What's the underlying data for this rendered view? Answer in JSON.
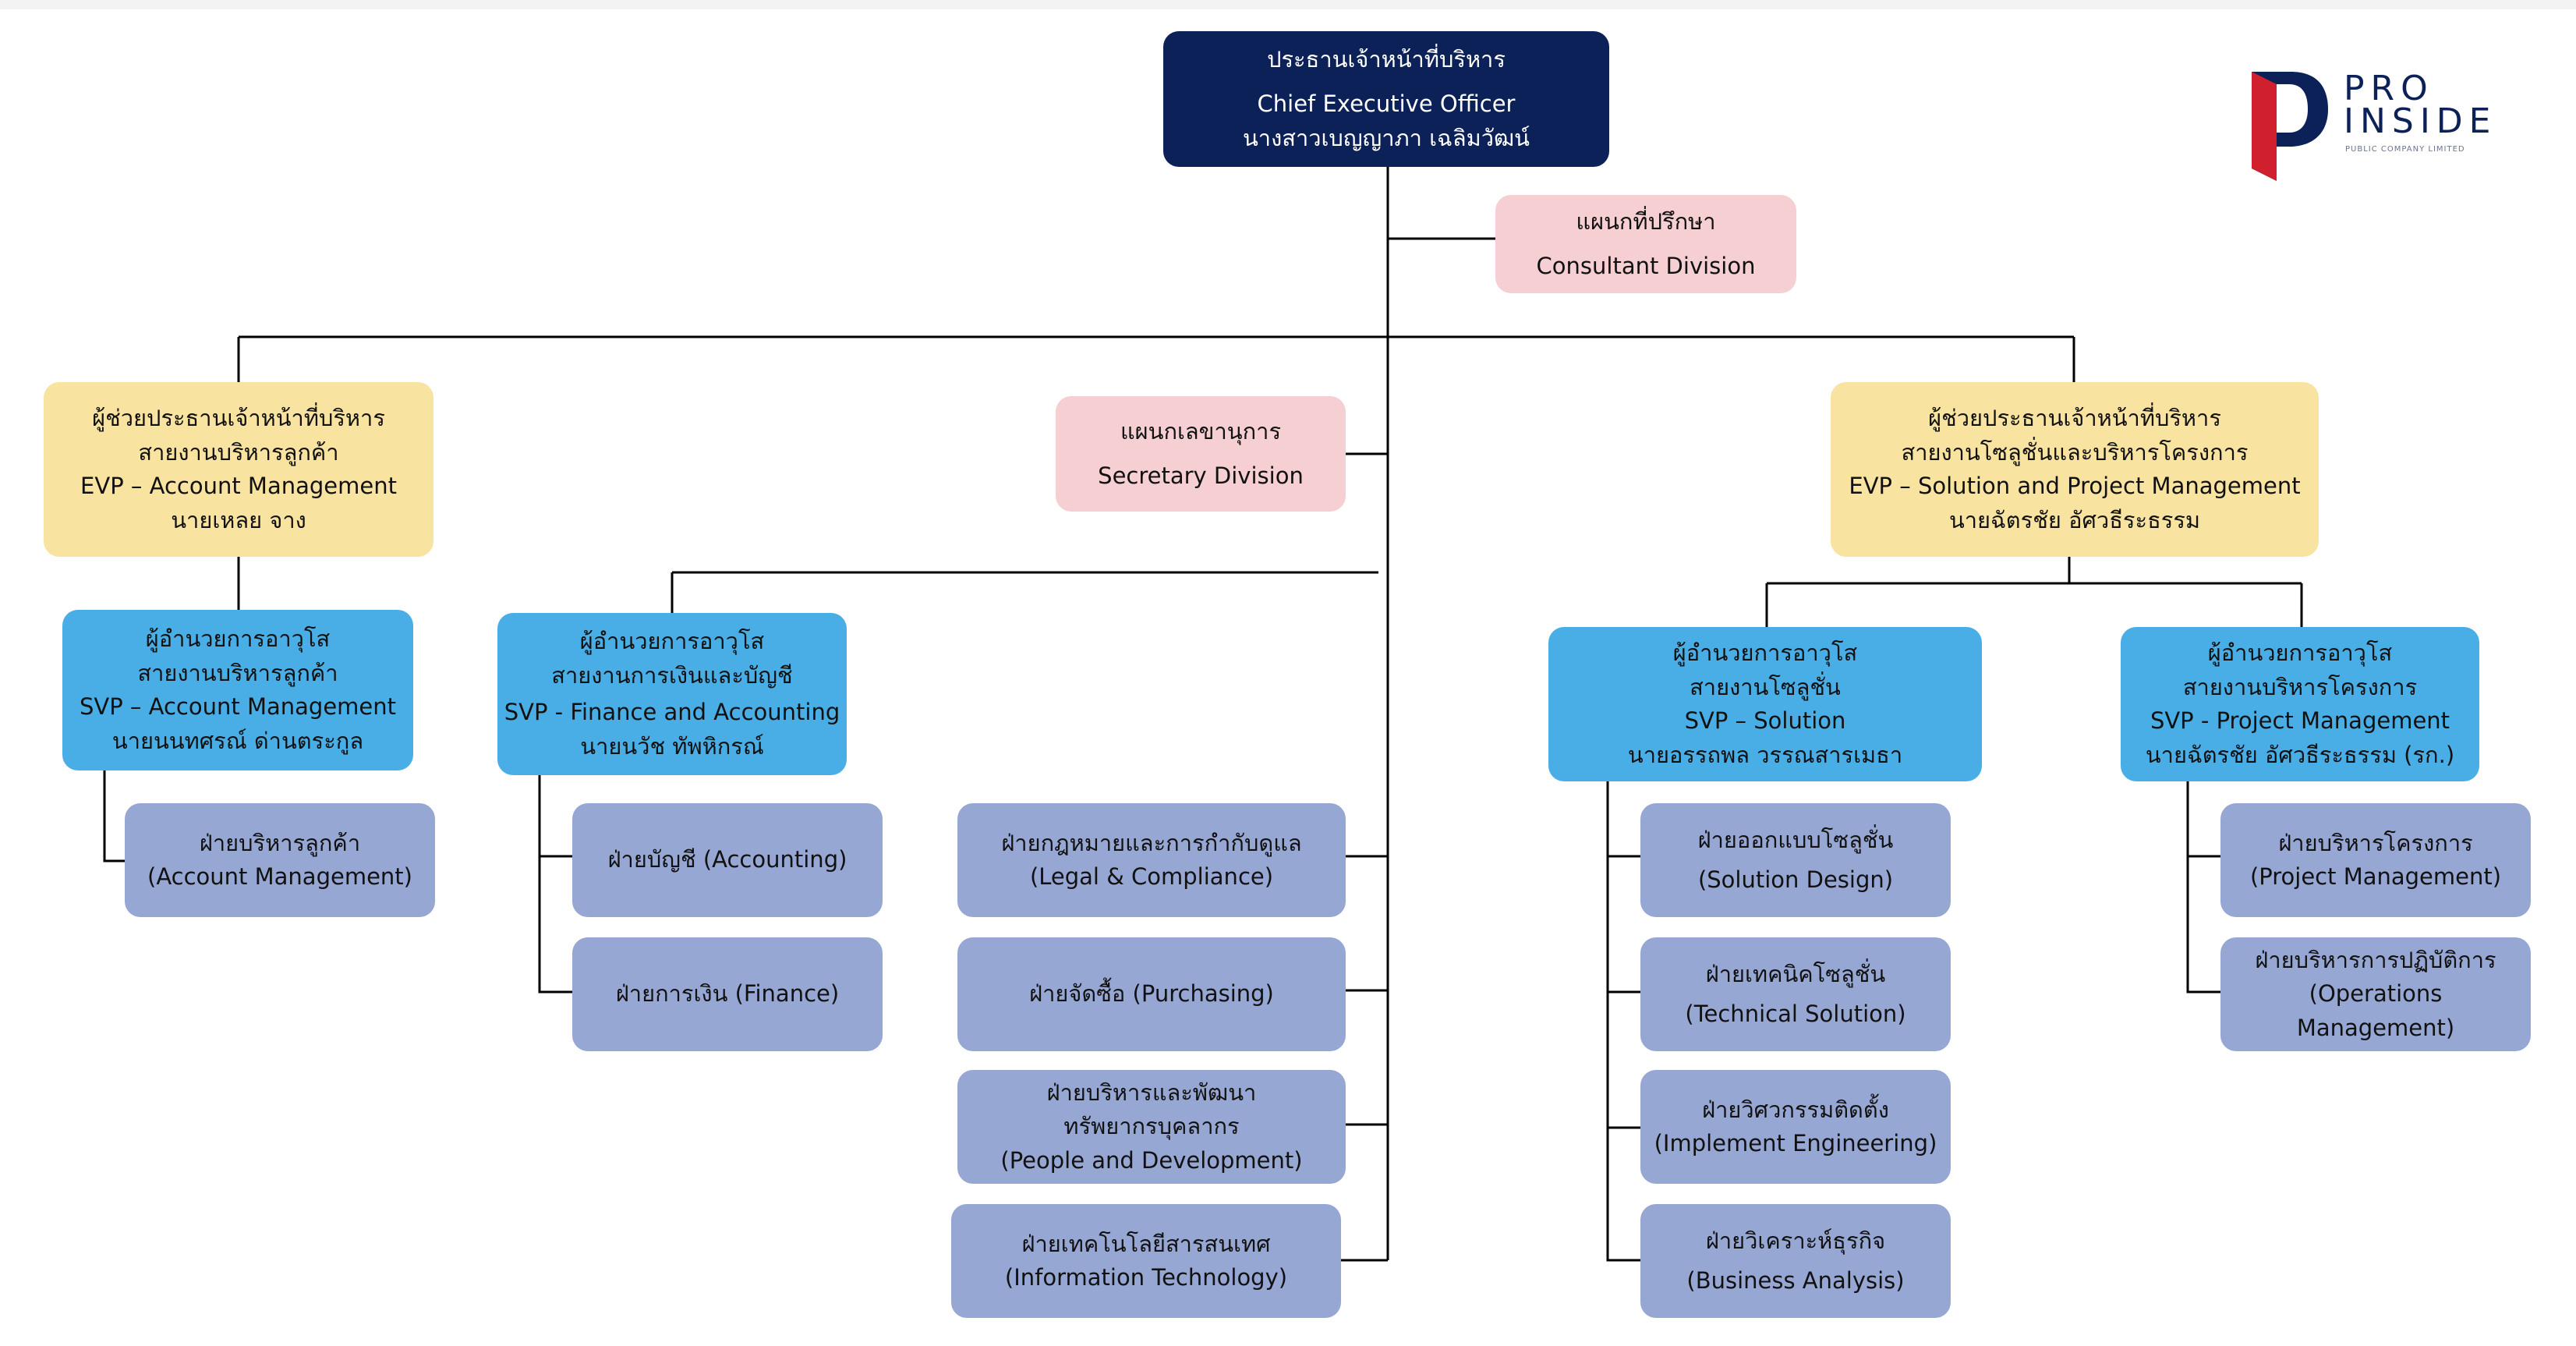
{
  "logo": {
    "line1": "PRO",
    "line2": "INSIDE",
    "tagline": "PUBLIC COMPANY LIMITED",
    "colors": {
      "navy": "#0b2157",
      "red": "#d0202e"
    }
  },
  "colors": {
    "ceo": "#0b2157",
    "division": "#f5cfd1",
    "evp": "#f9e3a1",
    "svp": "#4aaee6",
    "department": "#97a7d4",
    "connector": "#000000"
  },
  "ceo": {
    "title_th": "ประธานเจ้าหน้าที่บริหาร",
    "title_en": "Chief Executive Officer",
    "name": "นางสาวเบญญาภา เฉลิมวัฒน์"
  },
  "consultant": {
    "th": "แผนกที่ปรึกษา",
    "en": "Consultant Division"
  },
  "secretary": {
    "th": "แผนกเลขานุการ",
    "en": "Secretary Division"
  },
  "evp_account": {
    "line1": "ผู้ช่วยประธานเจ้าหน้าที่บริหาร",
    "line2": "สายงานบริหารลูกค้า",
    "line3": "EVP – Account Management",
    "line4": "นายเหลย จาง"
  },
  "evp_solution": {
    "line1": "ผู้ช่วยประธานเจ้าหน้าที่บริหาร",
    "line2": "สายงานโซลูชั่นและบริหารโครงการ",
    "line3": "EVP – Solution and Project Management",
    "line4": "นายฉัตรชัย อัศวธีระธรรม"
  },
  "svp_account": {
    "line1": "ผู้อำนวยการอาวุโส",
    "line2": "สายงานบริหารลูกค้า",
    "line3": "SVP – Account Management",
    "line4": "นายนนทศรณ์ ด่านตระกูล"
  },
  "svp_finance": {
    "line1": "ผู้อำนวยการอาวุโส",
    "line2": "สายงานการเงินและบัญชี",
    "line3": "SVP - Finance and Accounting",
    "line4": "นายนวัช ทัพหิกรณ์"
  },
  "svp_solution": {
    "line1": "ผู้อำนวยการอาวุโส",
    "line2": "สายงานโซลูชั่น",
    "line3": "SVP – Solution",
    "line4": "นายอรรถพล วรรณสารเมธา"
  },
  "svp_project": {
    "line1": "ผู้อำนวยการอาวุโส",
    "line2": "สายงานบริหารโครงการ",
    "line3": "SVP - Project Management",
    "line4": "นายฉัตรชัย อัศวธีระธรรม (รก.)"
  },
  "departments": {
    "account_mgmt": {
      "th": "ฝ่ายบริหารลูกค้า",
      "en": "(Account Management)"
    },
    "accounting": {
      "label": "ฝ่ายบัญชี (Accounting)"
    },
    "finance": {
      "label": "ฝ่ายการเงิน (Finance)"
    },
    "legal": {
      "th": "ฝ่ายกฎหมายและการกำกับดูแล",
      "en": "(Legal & Compliance)"
    },
    "purchasing": {
      "label": "ฝ่ายจัดซื้อ (Purchasing)"
    },
    "people": {
      "th1": "ฝ่ายบริหารและพัฒนา",
      "th2": "ทรัพยากรบุคลากร",
      "en": "(People and Development)"
    },
    "it": {
      "th": "ฝ่ายเทคโนโลยีสารสนเทศ",
      "en": "(Information Technology)"
    },
    "solution_design": {
      "th": "ฝ่ายออกแบบโซลูชั่น",
      "en": "(Solution Design)"
    },
    "technical_solution": {
      "th": "ฝ่ายเทคนิคโซลูชั่น",
      "en": "(Technical Solution)"
    },
    "implement_eng": {
      "th": "ฝ่ายวิศวกรรมติดตั้ง",
      "en": "(Implement Engineering)"
    },
    "business_analysis": {
      "th": "ฝ่ายวิเคราะห์ธุรกิจ",
      "en": "(Business Analysis)"
    },
    "project_mgmt": {
      "th": "ฝ่ายบริหารโครงการ",
      "en": "(Project Management)"
    },
    "operations_mgmt": {
      "th": "ฝ่ายบริหารการปฏิบัติการ",
      "en1": "(Operations",
      "en2": "Management)"
    }
  }
}
